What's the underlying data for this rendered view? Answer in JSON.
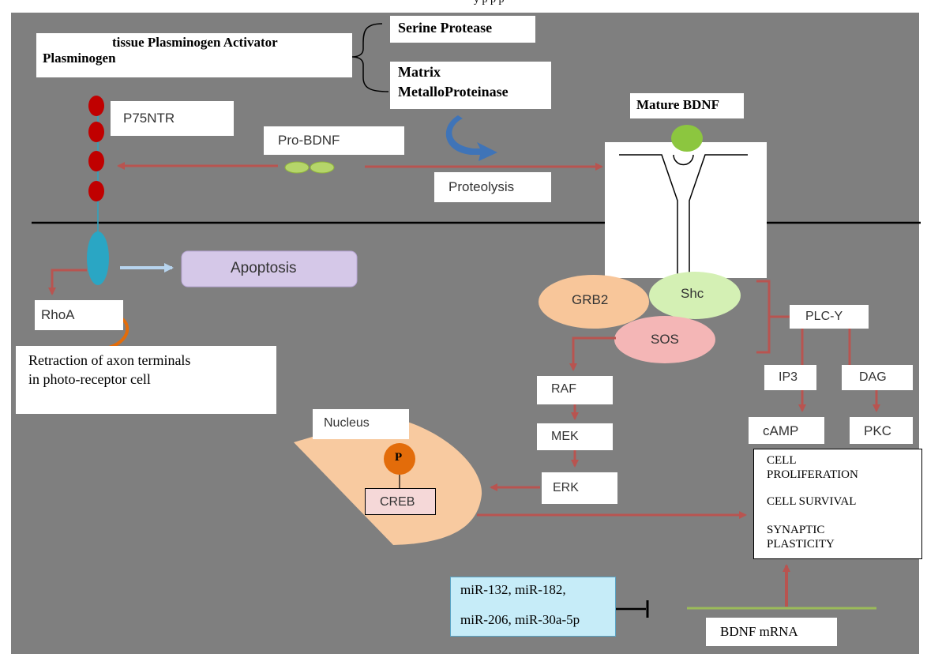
{
  "header_fragment": "y p                                                     p p",
  "labels": {
    "tpa": "tissue Plasminogen Activator",
    "plasminogen": "Plasminogen",
    "serine_protease": "Serine Protease",
    "mmp_line1": "Matrix",
    "mmp_line2": "MetalloProteinase",
    "mature_bdnf": "Mature BDNF",
    "p75ntr": "P75NTR",
    "pro_bdnf": "Pro-BDNF",
    "proteolysis": "Proteolysis",
    "apoptosis": "Apoptosis",
    "rhoa": "RhoA",
    "retraction_line1": "Retraction of axon terminals",
    "retraction_line2": "in photo-receptor cell",
    "grb2": "GRB2",
    "shc": "Shc",
    "sos": "SOS",
    "plc": "PLC-Y",
    "ip3": "IP3",
    "dag": "DAG",
    "camp": "cAMP",
    "pkc": "PKC",
    "raf": "RAF",
    "mek": "MEK",
    "erk": "ERK",
    "nucleus": "Nucleus",
    "p": "P",
    "creb": "CREB",
    "outcome_1a": "CELL",
    "outcome_1b": "PROLIFERATION",
    "outcome_2": "CELL SURVIVAL",
    "outcome_3a": "SYNAPTIC",
    "outcome_3b": "PLASTICITY",
    "mir_line1": "miR-132, miR-182,",
    "mir_line2": "miR-206, miR-30a-5p",
    "bdnf_mrna": "BDNF mRNA"
  },
  "colors": {
    "background": "#7f7f7f",
    "arrow_red": "#b85450",
    "receptor_red": "#c00000",
    "trkb_teal": "#2aa6c4",
    "apoptosis_purple": "#d5c8e8",
    "grb2_orange": "#f8c69a",
    "shc_green": "#d4f0b4",
    "sos_pink": "#f4b6b6",
    "nucleus_peach": "#f8caa0",
    "phospho_orange": "#e36c0a",
    "creb_pink": "#f5d8d8",
    "mir_blue": "#c6ecf8",
    "mrna_green": "#9bbb59",
    "bdnf_green": "#8cc63f",
    "proteolysis_blue": "#3f74b8"
  }
}
